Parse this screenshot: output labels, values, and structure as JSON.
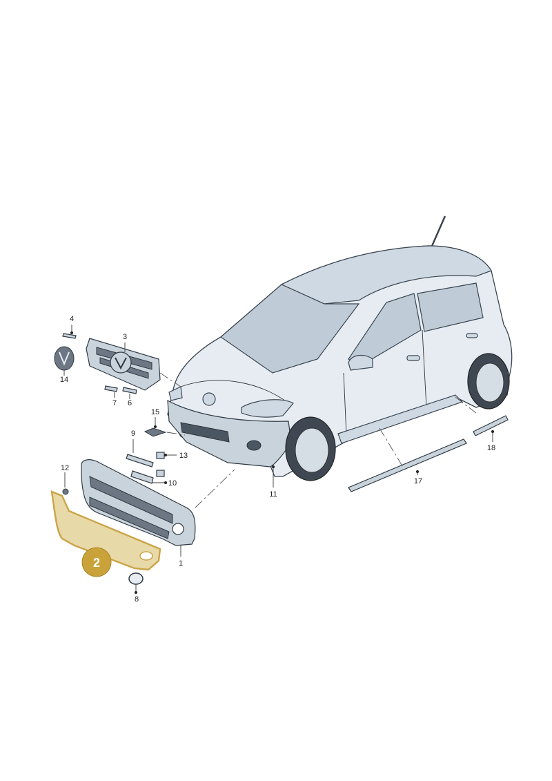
{
  "highlighted_part": {
    "label": "2",
    "badge_color": "#c9a33a",
    "fill_color": "#e8d9a8"
  },
  "callouts": {
    "c1": "1",
    "c3": "3",
    "c4": "4",
    "c6": "6",
    "c7": "7",
    "c8": "8",
    "c9": "9",
    "c10": "10",
    "c11": "11",
    "c12": "12",
    "c13": "13",
    "c14": "14",
    "c15": "15",
    "c17": "17",
    "c18": "18"
  },
  "colors": {
    "line": "#2f3943",
    "car_body": "#e6ecf2",
    "glass": "#bfcbd6"
  }
}
